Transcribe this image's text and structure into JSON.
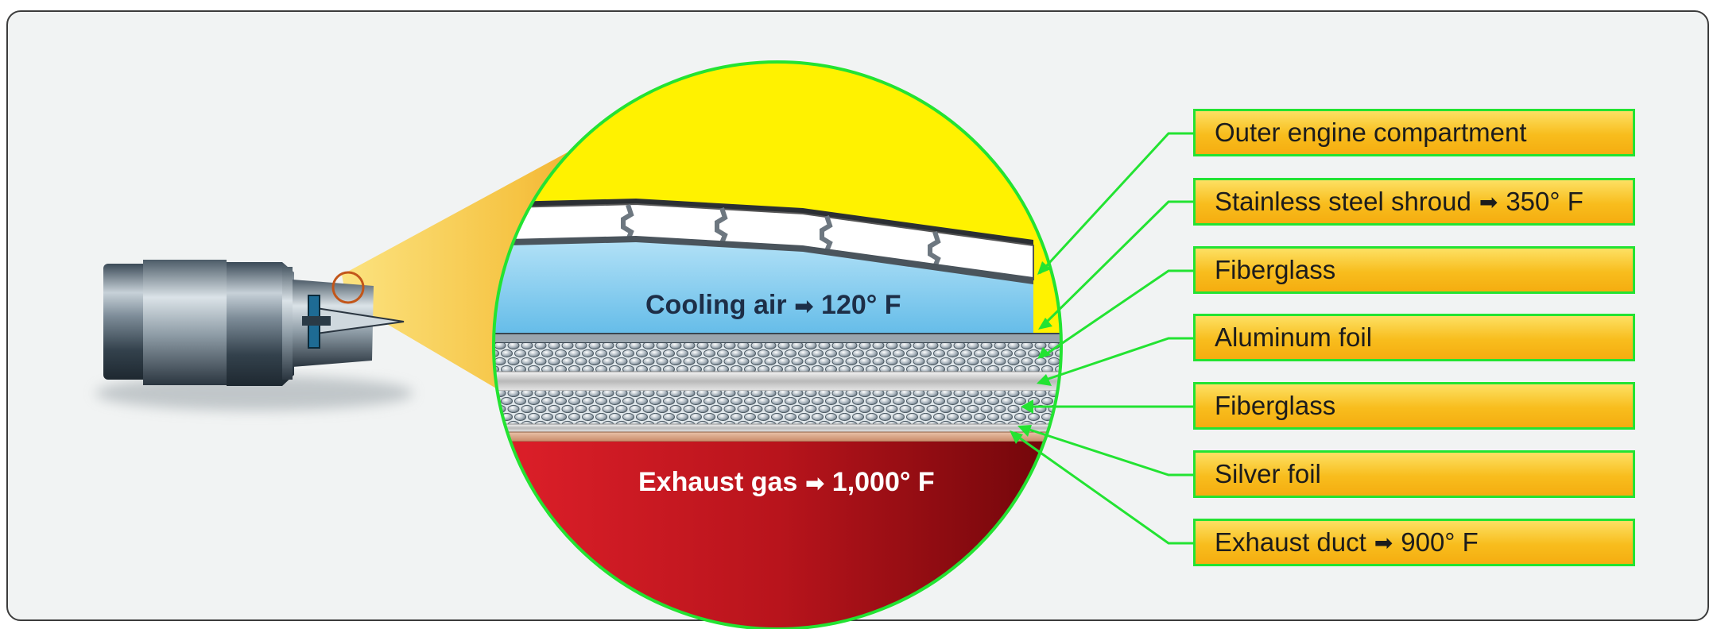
{
  "colors": {
    "leader_line": "#23e332",
    "label_fill": "#f8bd1d",
    "outer_compartment": "#fff200",
    "cooling_air": "#7fcbee",
    "exhaust_gas": "#b8141c",
    "background": "#f1f3f3"
  },
  "diagram": {
    "cooling_air": {
      "label": "Cooling air",
      "arrow_icon": "right-arrow-icon",
      "temp": "120° F"
    },
    "exhaust_gas": {
      "label": "Exhaust gas",
      "arrow_icon": "right-arrow-icon",
      "temp": "1,000° F"
    }
  },
  "layers": [
    {
      "label": "Outer engine compartment",
      "temp": ""
    },
    {
      "label": "Stainless steel shroud",
      "temp": "350° F"
    },
    {
      "label": "Fiberglass",
      "temp": ""
    },
    {
      "label": "Aluminum foil",
      "temp": ""
    },
    {
      "label": "Fiberglass",
      "temp": ""
    },
    {
      "label": "Silver foil",
      "temp": ""
    },
    {
      "label": "Exhaust duct",
      "temp": "900° F"
    }
  ]
}
